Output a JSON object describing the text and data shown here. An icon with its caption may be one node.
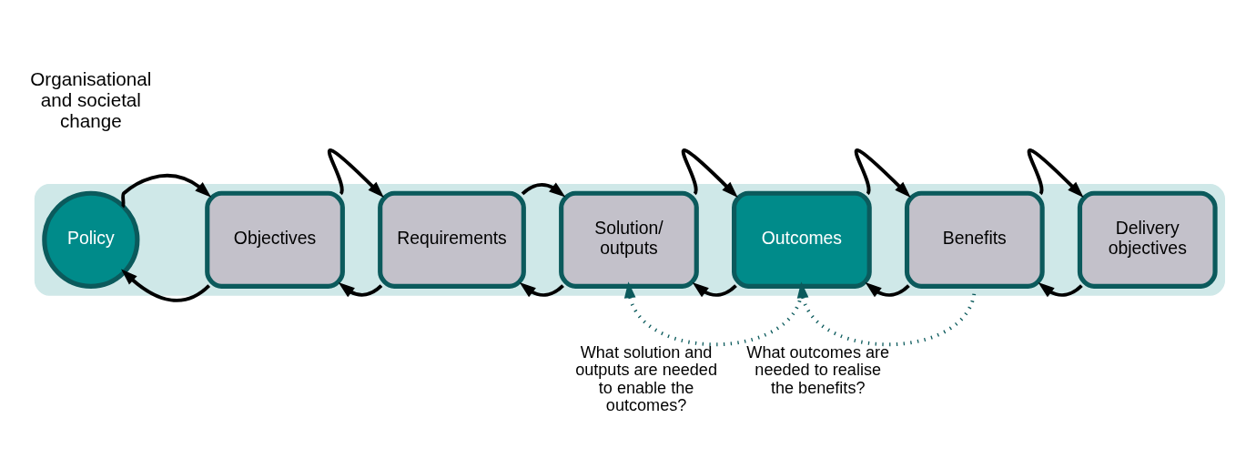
{
  "diagram": {
    "nodes": [
      {
        "text": [],
        "shape": "arrow"
      },
      {
        "text": [
          "Policy"
        ],
        "in": 0
      },
      {
        "text": [
          "Objectives"
        ],
        "in": 0
      },
      {
        "text": [
          "Requirements"
        ],
        "in": 0
      },
      {
        "text": [
          "Solution/ outputs"
        ],
        "in": 0
      },
      {
        "text": [
          "Outcomes"
        ],
        "in": 0
      },
      {
        "text": [
          "Benefits"
        ],
        "in": 0
      },
      {
        "text": [
          "Delivery objectives"
        ],
        "in": 0
      }
    ],
    "edges": [
      {
        "from": 1,
        "to": 2,
        "arrow": "to"
      },
      {
        "from": 2,
        "to": 1,
        "arrow": "to"
      },
      {
        "from": 2,
        "to": 3,
        "arrow": "to"
      },
      {
        "from": 3,
        "to": 2,
        "arrow": "to"
      },
      {
        "from": 3,
        "to": 4,
        "arrow": "to"
      },
      {
        "from": 4,
        "to": 3,
        "arrow": "to"
      },
      {
        "from": 4,
        "to": 5,
        "arrow": "to"
      },
      {
        "from": 5,
        "to": 4,
        "arrow": "to"
      },
      {
        "from": 5,
        "to": 6,
        "arrow": "to"
      },
      {
        "from": 6,
        "to": 5,
        "arrow": "to"
      },
      {
        "from": 6,
        "to": 7,
        "arrow": "to"
      },
      {
        "from": 7,
        "to": 6,
        "arrow": "to"
      },
      {
        "from": 5,
        "to": 4,
        "arrow": "to",
        "style": "dashed",
        "color": "#0b5a5c",
        "label": "What solution and outputs are needed to enable the outcomes?"
      },
      {
        "from": 6,
        "to": 5,
        "arrow": "to",
        "style": "dashed",
        "color": "#0b5a5c",
        "label": "What outcomes are needed to realise the benefits?"
      }
    ],
    "labels": [
      "Organisational and societal change"
    ]
  }
}
